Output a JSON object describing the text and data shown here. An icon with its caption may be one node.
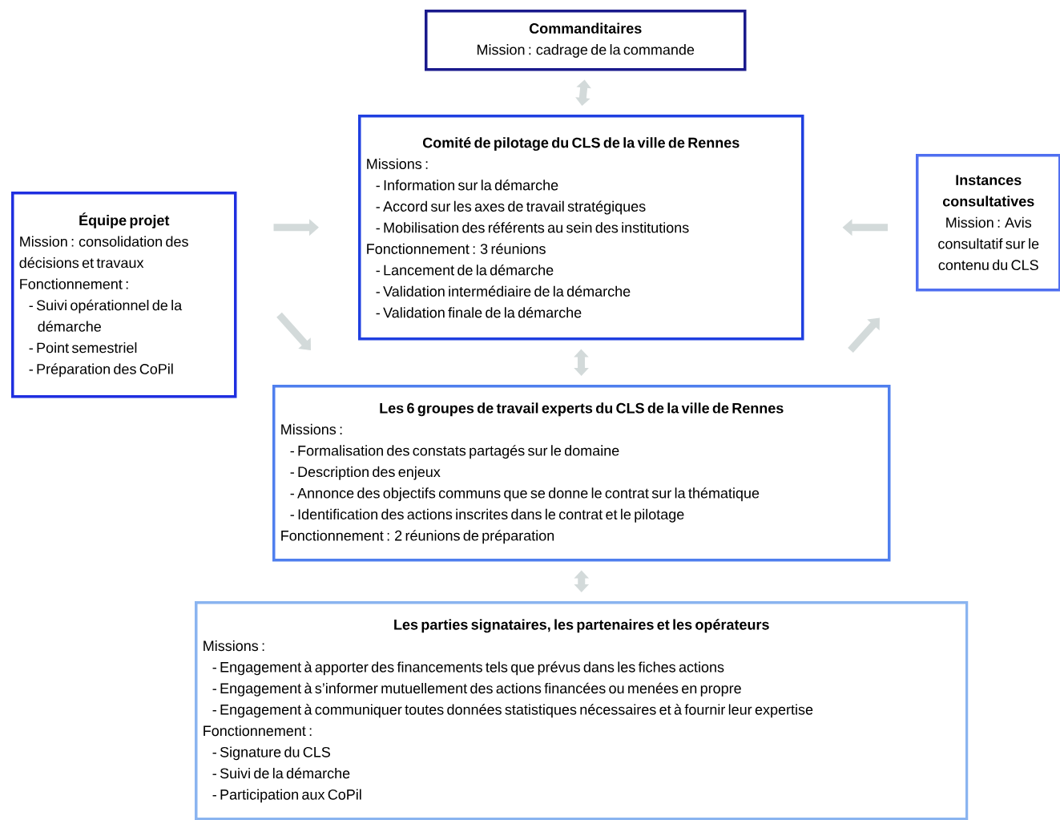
{
  "diagram": {
    "nodes": [
      {
        "text": [
          "Commanditaires",
          "Mission : cadrage de la commande"
        ]
      },
      {
        "text": [
          "Comité de pilotage du CLS de la ville de Rennes",
          "Missions :",
          "- Information sur la démarche",
          "- Accord sur les axes de travail stratégiques",
          "- Mobilisation des référents au sein des institutions",
          "Fonctionnement : 3 réunions",
          "- Lancement de la démarche",
          "- Validation intermédiaire de la démarche",
          "- Validation finale de la démarche"
        ]
      },
      {
        "text": [
          "Instances consultatives",
          "Mission : Avis consultatif sur le contenu du CLS"
        ]
      },
      {
        "text": [
          "Équipe projet",
          "Mission : consolidation des décisions et travaux",
          "Fonctionnement :",
          "- Suivi opérationnel de la démarche",
          "- Point semestriel",
          "- Préparation des CoPil"
        ]
      },
      {
        "text": [
          "Les 6 groupes de travail experts du CLS de la ville de Rennes",
          "Missions :",
          "- Formalisation des constats partagés sur le domaine",
          "- Description des enjeux",
          "- Annonce des objectifs communs que se donne le contrat sur la thématique",
          "- Identification des actions inscrites dans le contrat et le pilotage",
          "Fonctionnement : 2 réunions de préparation"
        ]
      },
      {
        "text": [
          "Les parties signataires, les partenaires et les opérateurs",
          "Missions :",
          "- Engagement à apporter des financements tels que prévus dans les fiches actions",
          "- Engagement à s’informer mutuellement des actions financées ou menées en propre",
          "- Engagement à communiquer toutes données statistiques nécessaires et à fournir leur expertise",
          "Fonctionnement :",
          "- Signature du CLS",
          "- Suivi de la démarche",
          "- Participation aux CoPil"
        ]
      }
    ],
    "edges": [
      {
        "from": 0,
        "to": 1,
        "arrow": "both"
      },
      {
        "from": 3,
        "to": 1,
        "arrow": "to"
      },
      {
        "from": 3,
        "to": 4,
        "arrow": "to"
      },
      {
        "from": 2,
        "to": 1,
        "arrow": "to"
      },
      {
        "from": 4,
        "to": 2,
        "arrow": "to"
      },
      {
        "from": 1,
        "to": 4,
        "arrow": "both"
      },
      {
        "from": 4,
        "to": 5,
        "arrow": "both"
      }
    ]
  }
}
